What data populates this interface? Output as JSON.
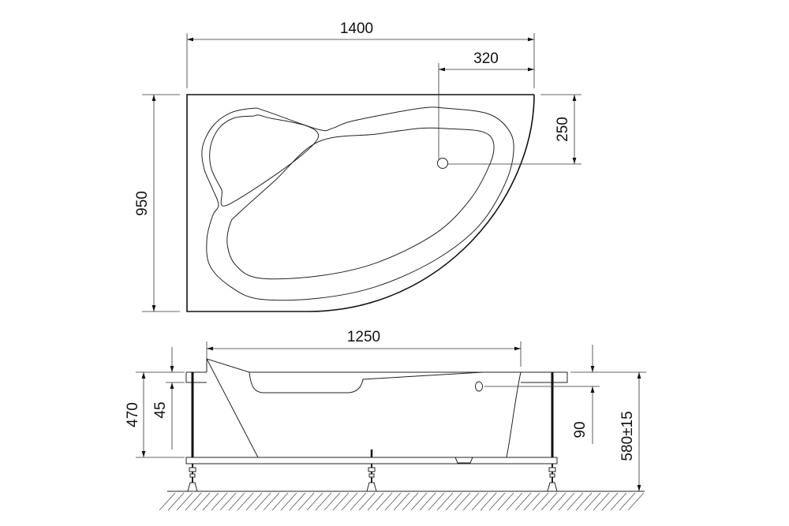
{
  "top_view": {
    "width_label": "1400",
    "drain_offset_x_label": "320",
    "drain_offset_y_label": "250",
    "depth_label": "950"
  },
  "side_view": {
    "inner_length_label": "1250",
    "height_label": "470",
    "rim_thickness_label": "45",
    "overflow_depth_label": "90",
    "total_height_label": "580±15"
  },
  "colors": {
    "line": "#222222",
    "background": "#ffffff"
  }
}
